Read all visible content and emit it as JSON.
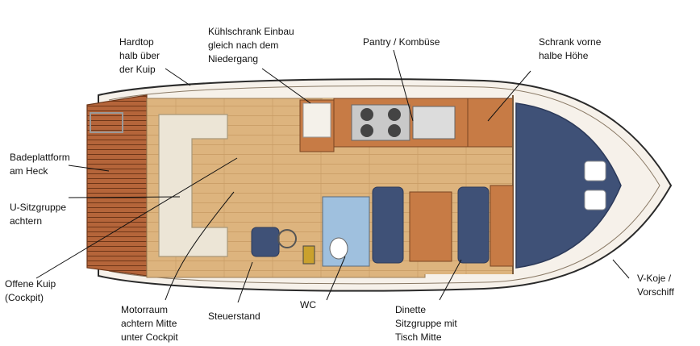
{
  "labels": {
    "hardtop": "Hardtop\nhalb über\nder Kuip",
    "kuehlschrank": "Kühlschrank Einbau\ngleich nach dem\nNiedergang",
    "pantry": "Pantry / Kombüse",
    "schrank": "Schrank vorne\nhalbe Höhe",
    "badeplattform": "Badeplattform\nam Heck",
    "u_sitzgruppe": "U-Sitzgruppe\nachtern",
    "offene_kuip": "Offene Kuip\n(Cockpit)",
    "motorraum": "Motorraum\nachtern Mitte\nunter Cockpit",
    "steuerstand": "Steuerstand",
    "wc": "WC",
    "dinette": "Dinette\nSitzgruppe mit\nTisch Mitte",
    "v_koje": "V-Koje /\nVorschiff"
  },
  "colors": {
    "hull_outline": "#2a2a2a",
    "gunwale": "#f6f1ea",
    "teak": "#b5653a",
    "teak_dark": "#8f4a27",
    "deck_floor": "#ddb47e",
    "cabinet": "#c77b45",
    "cushion_cream": "#ece5d6",
    "upholstery_blue": "#3f5177",
    "upholstery_blue_dark": "#2c3a5a",
    "wc_floor": "#9fc0de",
    "steel": "#c9c9c9",
    "leader_line": "#111111"
  }
}
